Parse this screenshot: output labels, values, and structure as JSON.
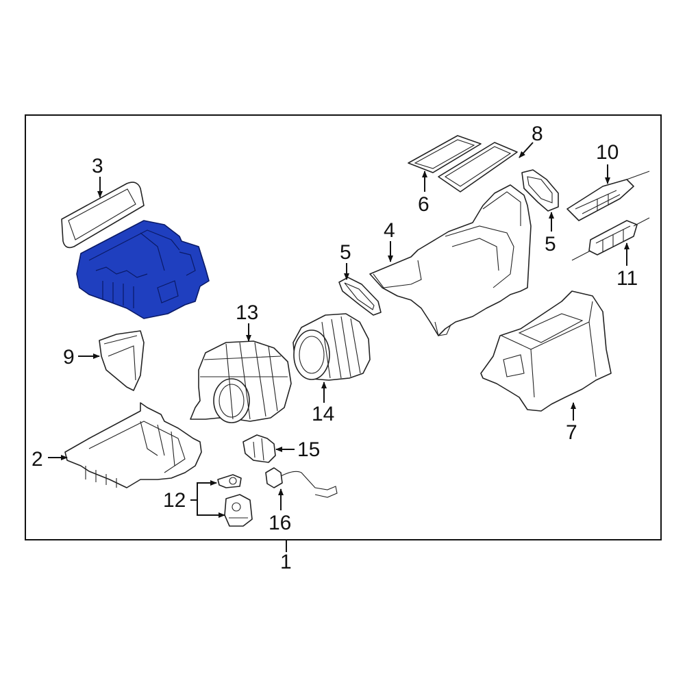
{
  "diagram": {
    "highlight_color": "#1f3fbf",
    "highlighted_part": "3",
    "callouts": [
      {
        "id": "c1",
        "text": "1"
      },
      {
        "id": "c2",
        "text": "2"
      },
      {
        "id": "c3",
        "text": "3"
      },
      {
        "id": "c4",
        "text": "4"
      },
      {
        "id": "c5a",
        "text": "5"
      },
      {
        "id": "c5b",
        "text": "5"
      },
      {
        "id": "c6",
        "text": "6"
      },
      {
        "id": "c7",
        "text": "7"
      },
      {
        "id": "c8",
        "text": "8"
      },
      {
        "id": "c9",
        "text": "9"
      },
      {
        "id": "c10",
        "text": "10"
      },
      {
        "id": "c11",
        "text": "11"
      },
      {
        "id": "c12",
        "text": "12"
      },
      {
        "id": "c13",
        "text": "13"
      },
      {
        "id": "c14",
        "text": "14"
      },
      {
        "id": "c15",
        "text": "15"
      },
      {
        "id": "c16",
        "text": "16"
      }
    ]
  }
}
